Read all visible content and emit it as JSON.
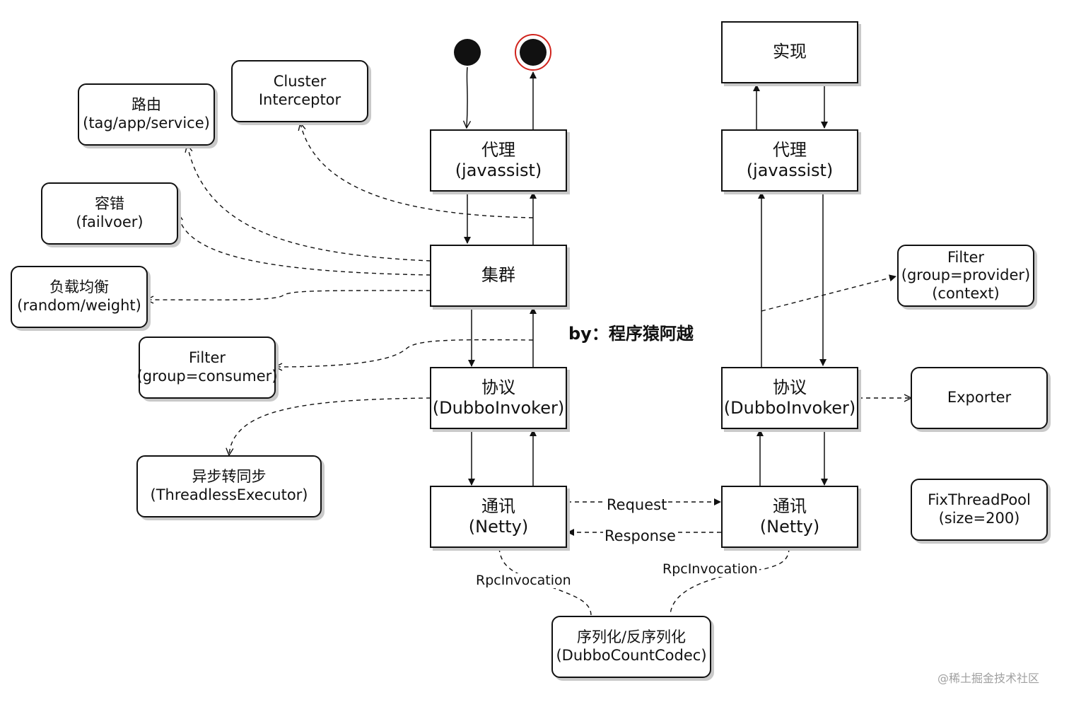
{
  "consumer": {
    "proxy": [
      "代理",
      "(javassist)"
    ],
    "cluster": "集群",
    "protocol": [
      "协议",
      "(DubboInvoker)"
    ],
    "transport": [
      "通讯",
      "(Netty)"
    ],
    "router": [
      "路由",
      "(tag/app/service)"
    ],
    "cluster_interceptor": [
      "Cluster",
      "Interceptor"
    ],
    "fault_tolerance": [
      "容错",
      "(failvoer)"
    ],
    "load_balance": [
      "负载均衡",
      "(random/weight)"
    ],
    "filter": [
      "Filter",
      "(group=consumer)"
    ],
    "async_to_sync": [
      "异步转同步",
      "(ThreadlessExecutor)"
    ]
  },
  "provider": {
    "impl": "实现",
    "proxy": [
      "代理",
      "(javassist)"
    ],
    "filter": [
      "Filter",
      "(group=provider)",
      "(context)"
    ],
    "protocol": [
      "协议",
      "(DubboInvoker)"
    ],
    "exporter": "Exporter",
    "transport": [
      "通讯",
      "(Netty)"
    ],
    "thread_pool": [
      "FixThreadPool",
      "(size=200)"
    ]
  },
  "codec": [
    "序列化/反序列化",
    "(DubboCountCodec)"
  ],
  "edge_labels": {
    "request": "Request",
    "response": "Response",
    "rpc_invocation_left": "RpcInvocation",
    "rpc_invocation_right": "RpcInvocation"
  },
  "author": "by：程序猿阿越",
  "watermark": "@稀土掘金技术社区"
}
